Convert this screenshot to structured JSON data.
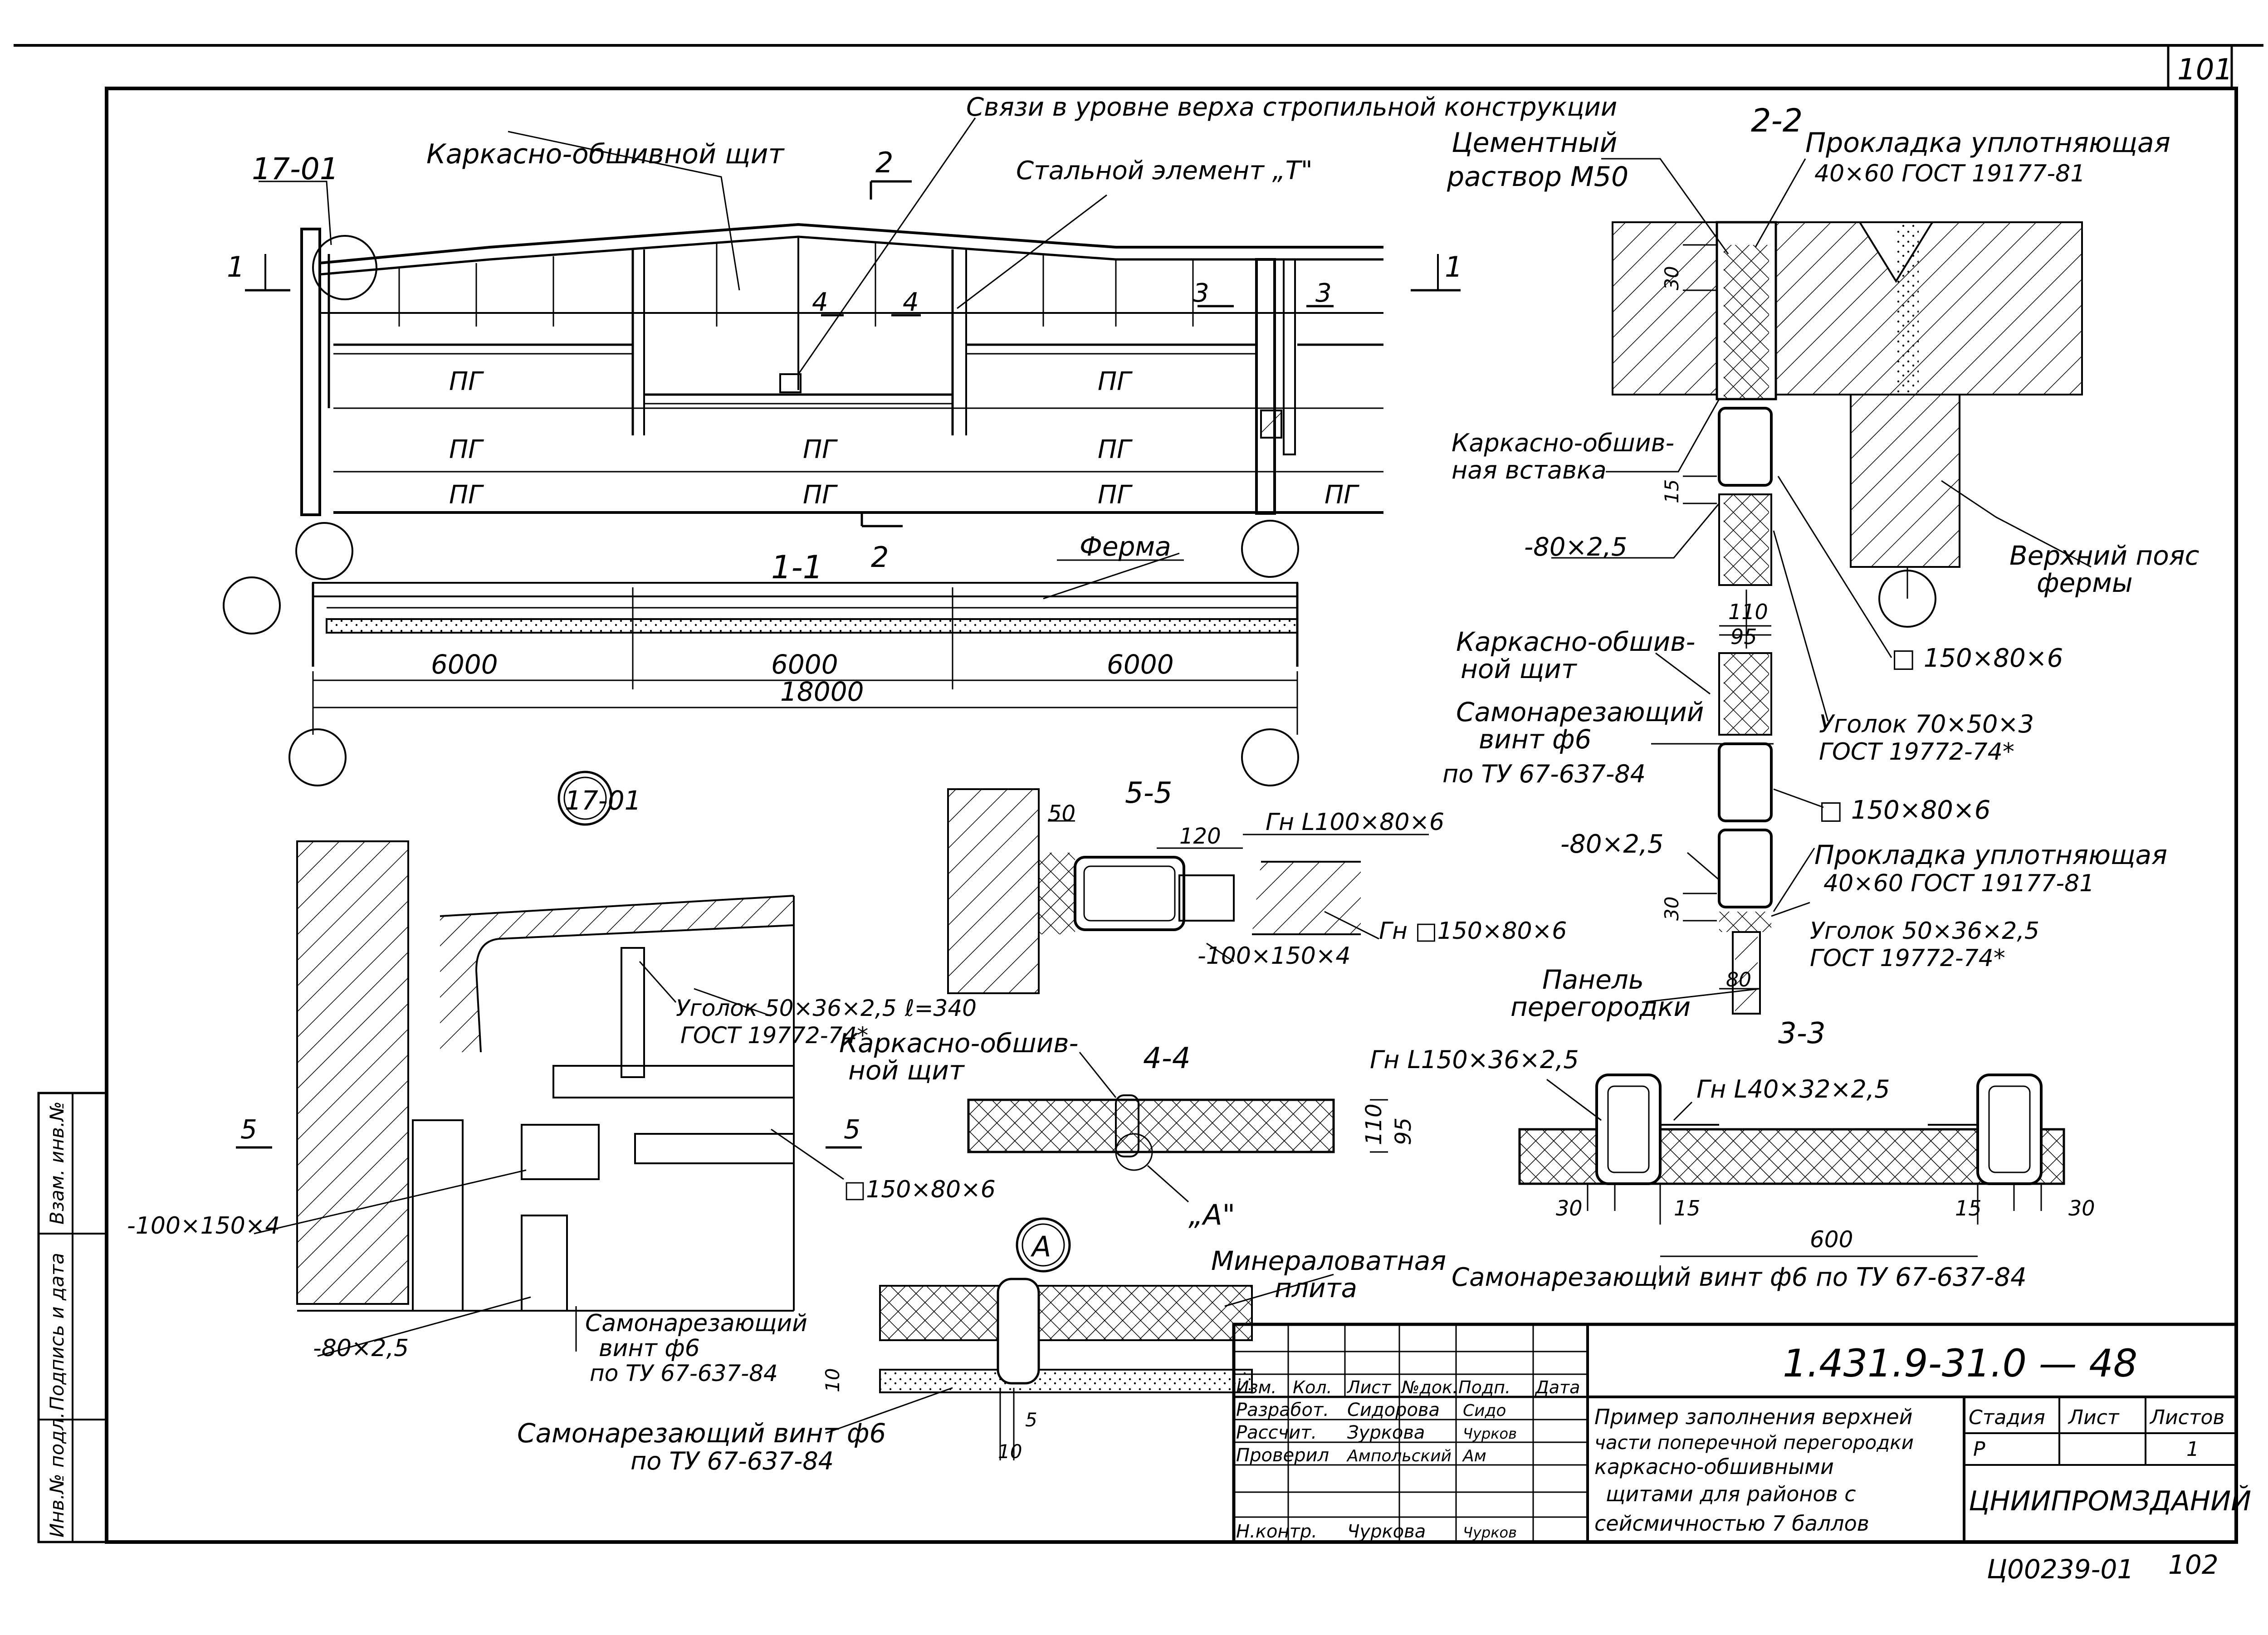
{
  "sheet": {
    "page_number": "101",
    "inventory_number": "Ц00239-01",
    "bottom_page": "102"
  },
  "elevation": {
    "node_mark": "17-01",
    "panel_label": "Каркасно-обшивной щит",
    "bracing_label": "Связи в уровне верха стропильной конструкции",
    "steel_element_label": "Стальной элемент „Т\"",
    "panel_code": "ПГ",
    "section_marks": {
      "s1": "1",
      "s2": "2",
      "s3": "3",
      "s4": "4"
    }
  },
  "section_1_1": {
    "title": "1-1",
    "truss_label": "Ферма",
    "dims": [
      "6000",
      "6000",
      "6000"
    ],
    "total": "18000"
  },
  "node_17_01": {
    "mark": "17-01",
    "angle_label_1": "Уголок 50×36×2,5",
    "angle_label_2": "ГОСТ 19772-74*",
    "length_label": "ℓ=340",
    "plate_label": "-100×150×4",
    "tube_label": "□150×80×6",
    "strip_label": "-80×2,5",
    "screw_label_1": "Самонарезающий",
    "screw_label_2": "винт ф6",
    "screw_label_3": "по ТУ 67-637-84",
    "section_mark": "5"
  },
  "section_5_5": {
    "title": "5-5",
    "dim_50": "50",
    "dim_120": "120",
    "angle_label": "Гн L100×80×6",
    "tube_label": "Гн □150×80×6",
    "plate_label": "-100×150×4"
  },
  "section_4_4": {
    "title": "4-4",
    "panel_label_1": "Каркасно-обшив-",
    "panel_label_2": "ной щит",
    "dim_110": "110",
    "dim_95": "95",
    "detail_ref": "„А\""
  },
  "detail_a": {
    "mark": "А",
    "mineral_label_1": "Минераловатная",
    "mineral_label_2": "плита",
    "screw_label_1": "Самонарезающий винт ф6",
    "screw_label_2": "по ТУ 67-637-84",
    "dim_10": "10",
    "dim_5": "5"
  },
  "section_2_2": {
    "title": "2-2",
    "cement_label_1": "Цементный",
    "cement_label_2": "раствор М50",
    "gasket_label_1": "Прокладка уплотняющая",
    "gasket_label_2": "40×60 ГОСТ 19177-81",
    "insert_label_1": "Каркасно-обшив-",
    "insert_label_2": "ная вставка",
    "dim_30": "30",
    "dim_15": "15",
    "strip_label": "-80×2,5",
    "chord_label_1": "Верхний пояс",
    "chord_label_2": "фермы",
    "tube_label": "□ 150×80×6",
    "dim_110": "110",
    "dim_95": "95",
    "panel_label_1": "Каркасно-обшив-",
    "panel_label_2": "ной щит",
    "screw_label_1": "Самонарезающий",
    "screw_label_2": "винт ф6",
    "screw_label_3": "по ТУ 67-637-84",
    "angle1_label_1": "Уголок 70×50×3",
    "angle1_label_2": "ГОСТ 19772-74*",
    "tube_label_2": "□ 150×80×6",
    "strip_label_2": "-80×2,5",
    "gasket2_label_1": "Прокладка уплотняющая",
    "gasket2_label_2": "40×60 ГОСТ 19177-81",
    "dim_30b": "30",
    "angle2_label_1": "Уголок 50×36×2,5",
    "angle2_label_2": "ГОСТ 19772-74*",
    "dim_80": "80",
    "partition_label_1": "Панель",
    "partition_label_2": "перегородки"
  },
  "section_3_3": {
    "title": "3-3",
    "angle_big": "Гн L150×36×2,5",
    "angle_small": "Гн L40×32×2,5",
    "dim_30a": "30",
    "dim_15a": "15",
    "dim_600": "600",
    "dim_15b": "15",
    "dim_30b": "30",
    "screw_label": "Самонарезающий винт ф6 по ТУ 67-637-84"
  },
  "title_block": {
    "doc_number": "1.431.9-31.0 — 48",
    "header_cells": [
      "Изм.",
      "Кол.",
      "Лист",
      "№док.",
      "Подп.",
      "Дата"
    ],
    "rows": [
      {
        "role": "Разработ.",
        "name": "Сидорова",
        "sign": "Сидо"
      },
      {
        "role": "Рассчит.",
        "name": "Зуркова",
        "sign": "Чурков"
      },
      {
        "role": "Проверил",
        "name": "Ампольский",
        "sign": "Ам"
      },
      {
        "role": "Н.контр.",
        "name": "Чуркова",
        "sign": "Чурков"
      }
    ],
    "description_lines": [
      "Пример заполнения верхней",
      "части поперечной перегородки",
      "каркасно-обшивными",
      "щитами для районов с",
      "сейсмичностью 7 баллов"
    ],
    "stage_label": "Стадия",
    "sheet_label": "Лист",
    "sheets_label": "Листов",
    "stage_value": "Р",
    "sheets_value": "1",
    "organization": "ЦНИИПРОМЗДАНИЙ"
  },
  "left_stamp": {
    "cells": [
      "Инв.№ подл.",
      "Подпись и дата",
      "Взам. инв.№"
    ]
  }
}
